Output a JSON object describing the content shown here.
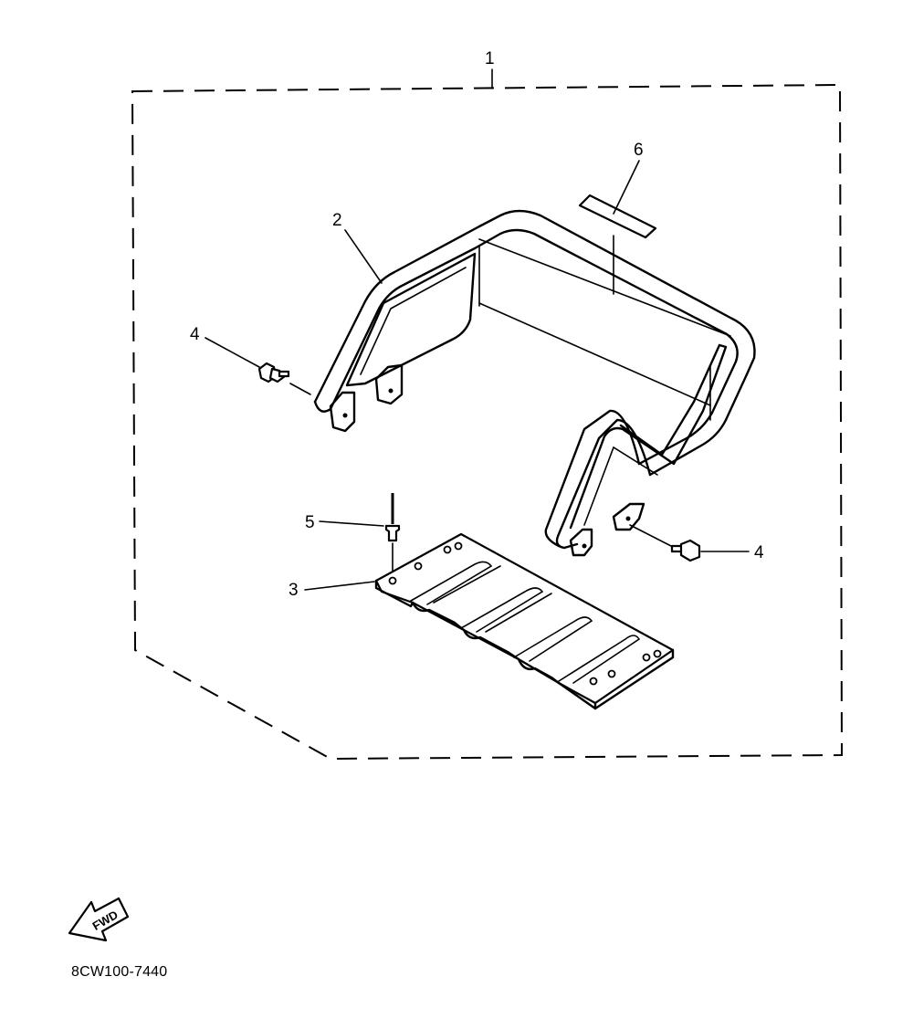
{
  "callouts": {
    "kit": "1",
    "frame": "2",
    "plate": "3",
    "bolt_left": "4",
    "bolt_right": "4",
    "rivet": "5",
    "label": "6"
  },
  "fwd_arrow": {
    "text": "FWD"
  },
  "part_code": "8CW100-7440"
}
